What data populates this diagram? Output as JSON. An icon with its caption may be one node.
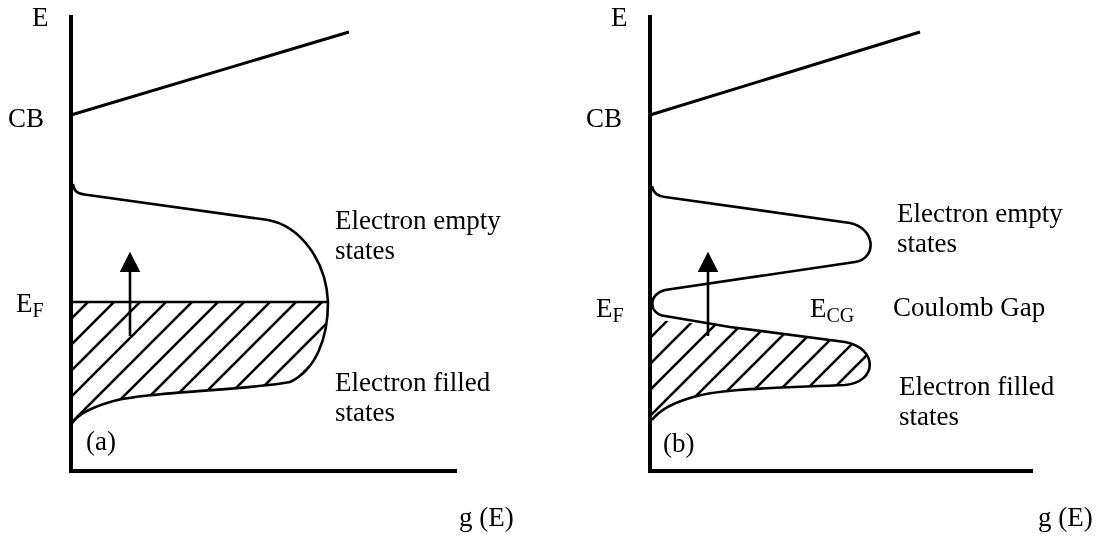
{
  "diagram": {
    "labels": [
      "E",
      "CB",
      "Electron empty states",
      "E$_{F}$",
      "Electron filled states",
      "(a)",
      "g (E)",
      "E",
      "CB",
      "Electron empty states",
      "E$_{F}$",
      "E$_{CG}$",
      "Coulomb Gap",
      "Electron filled states",
      "(b)",
      "g (E)"
    ]
  }
}
